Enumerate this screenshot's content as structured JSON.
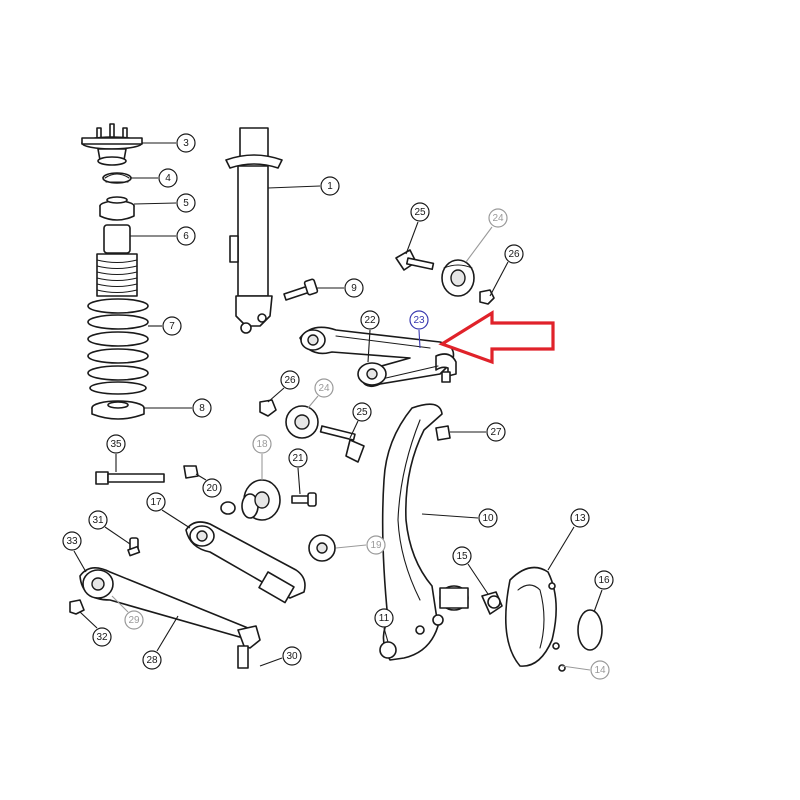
{
  "accent_arrow_color": "#e0222a",
  "callouts": [
    {
      "label": "1",
      "style": "dark"
    },
    {
      "label": "3",
      "style": "dark"
    },
    {
      "label": "4",
      "style": "dark"
    },
    {
      "label": "5",
      "style": "dark"
    },
    {
      "label": "6",
      "style": "dark"
    },
    {
      "label": "7",
      "style": "dark"
    },
    {
      "label": "8",
      "style": "dark"
    },
    {
      "label": "9",
      "style": "dark"
    },
    {
      "label": "10",
      "style": "dark"
    },
    {
      "label": "11",
      "style": "dark"
    },
    {
      "label": "13",
      "style": "dark"
    },
    {
      "label": "14",
      "style": "grey"
    },
    {
      "label": "15",
      "style": "dark"
    },
    {
      "label": "16",
      "style": "dark"
    },
    {
      "label": "17",
      "style": "dark"
    },
    {
      "label": "18",
      "style": "grey"
    },
    {
      "label": "19",
      "style": "grey"
    },
    {
      "label": "20",
      "style": "dark"
    },
    {
      "label": "21",
      "style": "dark"
    },
    {
      "label": "22",
      "style": "dark"
    },
    {
      "label": "23",
      "style": "blue"
    },
    {
      "label": "24",
      "style": "grey"
    },
    {
      "label": "24",
      "style": "grey"
    },
    {
      "label": "25",
      "style": "dark"
    },
    {
      "label": "25",
      "style": "dark"
    },
    {
      "label": "26",
      "style": "dark"
    },
    {
      "label": "26",
      "style": "dark"
    },
    {
      "label": "27",
      "style": "dark"
    },
    {
      "label": "28",
      "style": "dark"
    },
    {
      "label": "29",
      "style": "grey"
    },
    {
      "label": "30",
      "style": "dark"
    },
    {
      "label": "31",
      "style": "dark"
    },
    {
      "label": "32",
      "style": "dark"
    },
    {
      "label": "33",
      "style": "dark"
    },
    {
      "label": "35",
      "style": "dark"
    }
  ]
}
